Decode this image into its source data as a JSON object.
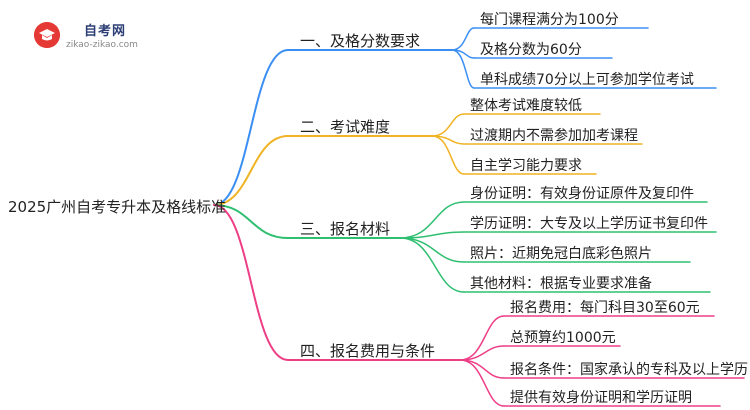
{
  "logo": {
    "title": "自考网",
    "url": "zikao-zikao.com",
    "badge_color": "#e53935"
  },
  "root": "2025广州自考专升本及格线标准",
  "branches": [
    {
      "label": "一、及格分数要求",
      "color": "#3b8ff3",
      "leaves": [
        "每门课程满分为100分",
        "及格分数为60分",
        "单科成绩70分以上可参加学位考试"
      ]
    },
    {
      "label": "二、考试难度",
      "color": "#f0b323",
      "leaves": [
        "整体考试难度较低",
        "过渡期内不需参加加考课程",
        "自主学习能力要求"
      ]
    },
    {
      "label": "三、报名材料",
      "color": "#2fbf71",
      "leaves": [
        "身份证明：有效身份证原件及复印件",
        "学历证明：大专及以上学历证书复印件",
        "照片：近期免冠白底彩色照片",
        "其他材料：根据专业要求准备"
      ]
    },
    {
      "label": "四、报名费用与条件",
      "color": "#ee3e86",
      "leaves": [
        "报名费用：每门科目30至60元",
        "总预算约1000元",
        "报名条件：国家承认的专科及以上学历",
        "提供有效身份证明和学历证明"
      ]
    }
  ]
}
